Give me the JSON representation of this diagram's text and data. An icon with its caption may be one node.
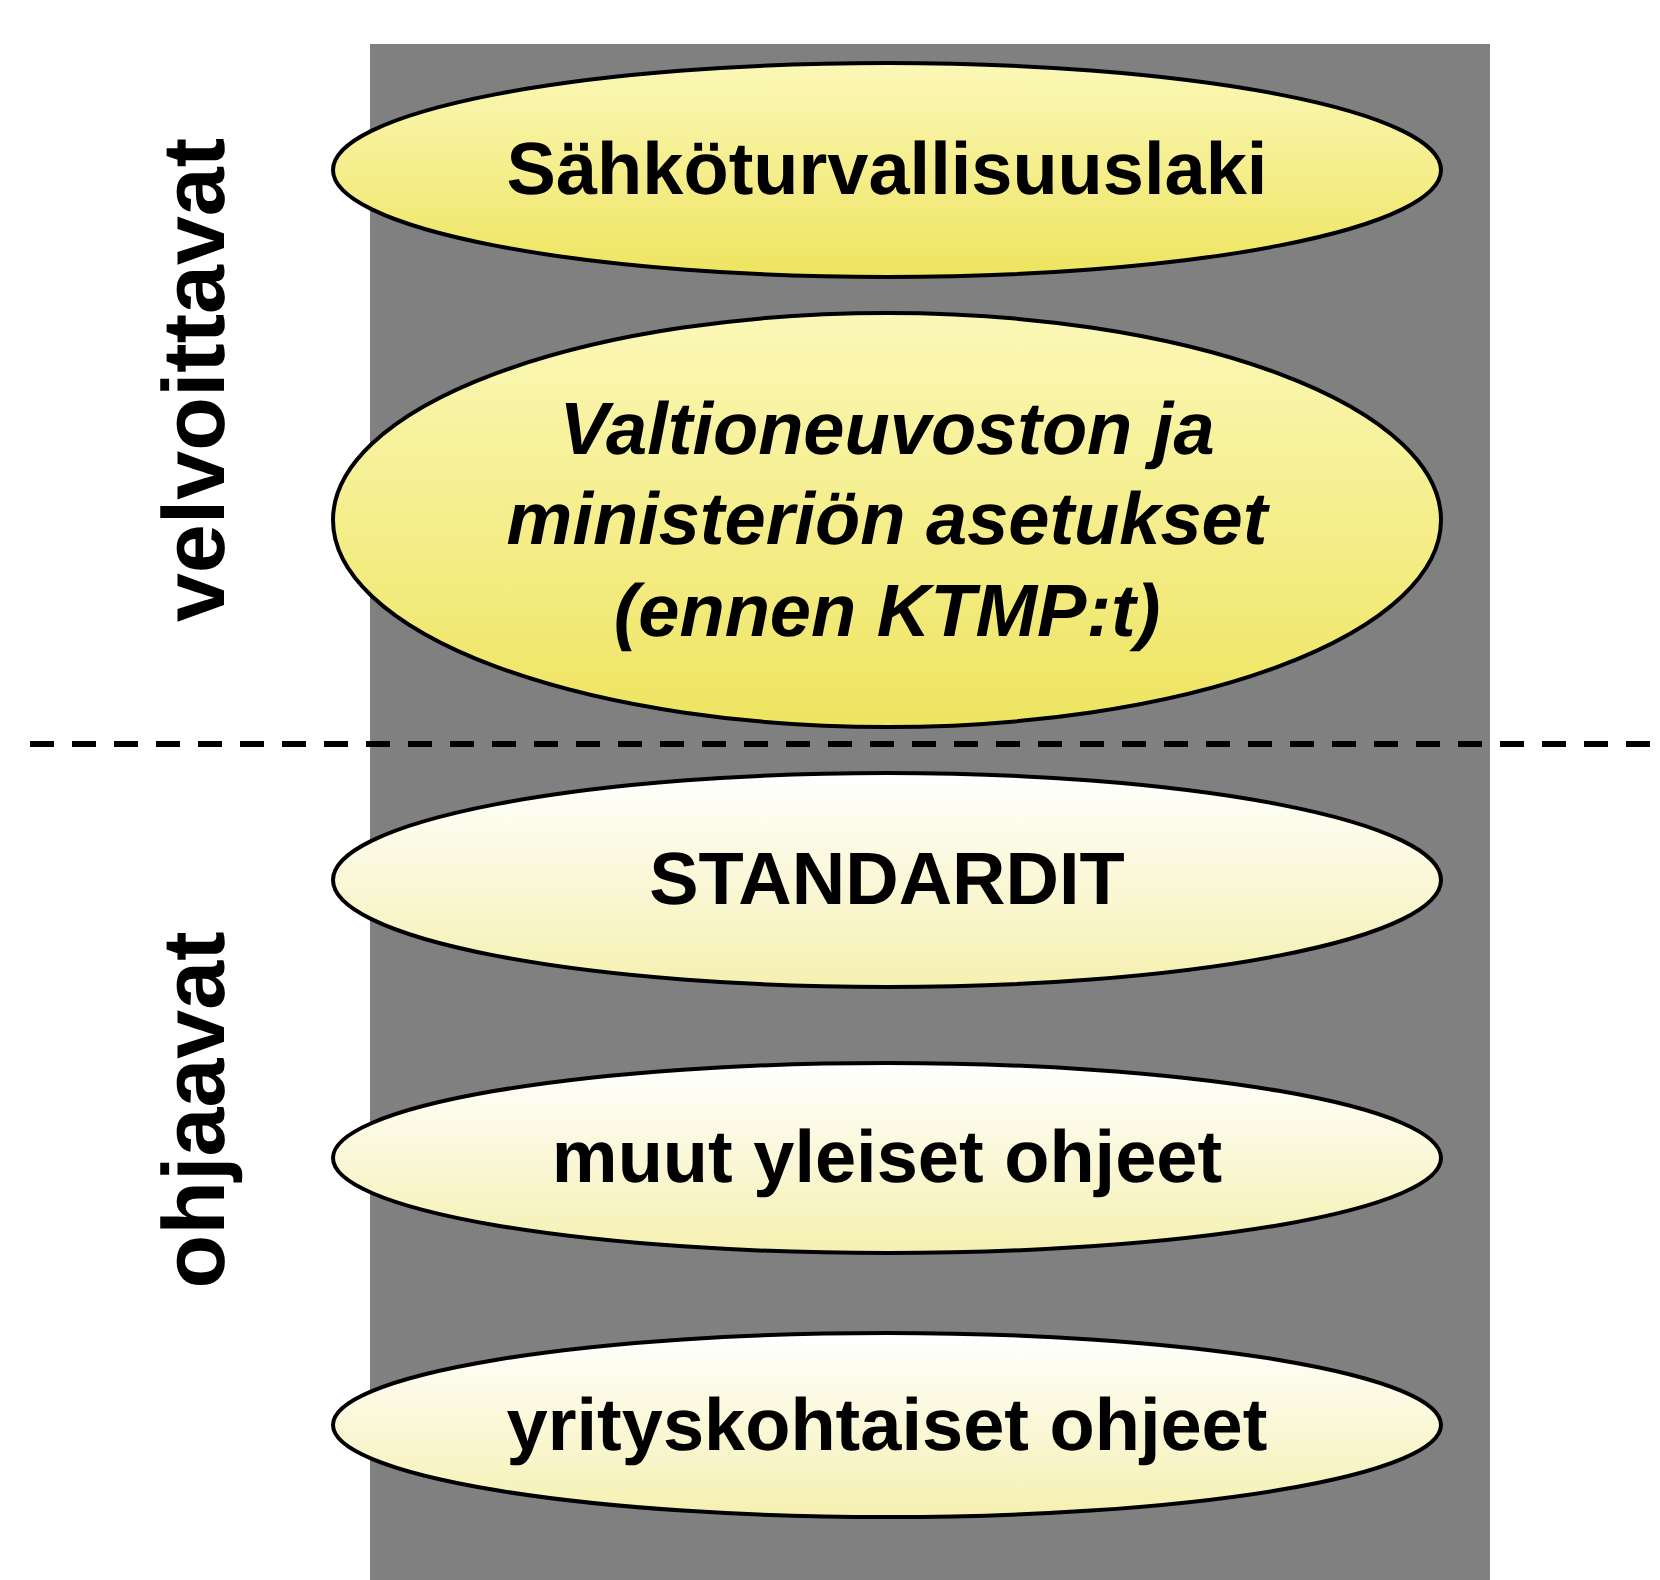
{
  "diagram": {
    "nodes": [
      {
        "text": [
          "Sähköturvallisuuslaki"
        ]
      },
      {
        "text": [
          "Valtioneuvoston ja ministeriön asetukset (ennen KTMP:t)"
        ]
      },
      {
        "text": [
          "STANDARDIT"
        ]
      },
      {
        "text": [
          "muut yleiset ohjeet"
        ]
      },
      {
        "text": [
          "yrityskohtaiset ohjeet"
        ]
      }
    ],
    "labels": [
      "velvoittavat",
      "ohjaavat"
    ]
  }
}
